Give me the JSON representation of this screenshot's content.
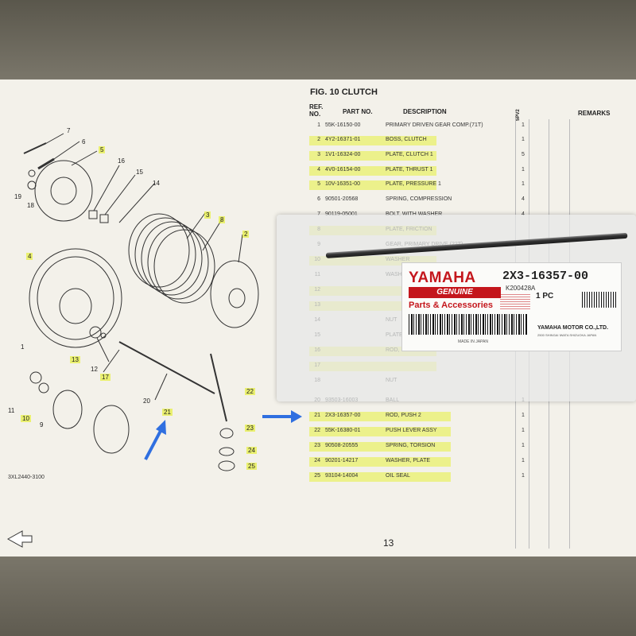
{
  "figure": {
    "title": "FIG. 10  CLUTCH",
    "page_number": "13",
    "diagram_code": "3XL2440-3100"
  },
  "table": {
    "headers": {
      "ref": "REF. NO.",
      "part": "PART NO.",
      "desc": "DESCRIPTION",
      "model": "5PV2",
      "remarks": "REMARKS"
    },
    "rows": [
      {
        "ref": "1",
        "part": "55K-16150-00",
        "desc": "PRIMARY DRIVEN GEAR COMP.(71T)",
        "qty": "1",
        "hl": false
      },
      {
        "ref": "2",
        "part": "4Y2-16371-01",
        "desc": "BOSS, CLUTCH",
        "qty": "1",
        "hl": true
      },
      {
        "ref": "3",
        "part": "1V1-16324-00",
        "desc": "PLATE, CLUTCH 1",
        "qty": "5",
        "hl": true
      },
      {
        "ref": "4",
        "part": "4V0-16154-00",
        "desc": "PLATE, THRUST 1",
        "qty": "1",
        "hl": true
      },
      {
        "ref": "5",
        "part": "10V-16351-00",
        "desc": "PLATE, PRESSURE 1",
        "qty": "1",
        "hl": true
      },
      {
        "ref": "6",
        "part": "90501-20568",
        "desc": "SPRING, COMPRESSION",
        "qty": "4",
        "hl": false
      },
      {
        "ref": "7",
        "part": "90119-05001",
        "desc": "BOLT, WITH WASHER",
        "qty": "4",
        "hl": false
      },
      {
        "ref": "8",
        "part": "",
        "desc": "PLATE, FRICTION",
        "qty": "",
        "hl": true
      },
      {
        "ref": "9",
        "part": "",
        "desc": "GEAR, PRIMARY DRIVE (22T)",
        "qty": "",
        "hl": false
      },
      {
        "ref": "10",
        "part": "",
        "desc": "WASHER",
        "qty": "",
        "hl": true
      },
      {
        "ref": "11",
        "part": "",
        "desc": "WASHER",
        "qty": "",
        "hl": false
      },
      {
        "ref": "12",
        "part": "",
        "desc": "",
        "qty": "",
        "hl": true
      },
      {
        "ref": "13",
        "part": "",
        "desc": "",
        "qty": "",
        "hl": true
      },
      {
        "ref": "14",
        "part": "",
        "desc": "NUT",
        "qty": "",
        "hl": false
      },
      {
        "ref": "15",
        "part": "",
        "desc": "PLATE",
        "qty": "",
        "hl": false
      },
      {
        "ref": "16",
        "part": "",
        "desc": "ROD, PUSH 1",
        "qty": "",
        "hl": true
      },
      {
        "ref": "17",
        "part": "",
        "desc": "",
        "qty": "",
        "hl": true
      },
      {
        "ref": "18",
        "part": "",
        "desc": "NUT",
        "qty": "",
        "hl": false
      },
      {
        "ref": "20",
        "part": "93503-16003",
        "desc": "BALL",
        "qty": "1",
        "hl": false
      },
      {
        "ref": "21",
        "part": "2X3-16357-00",
        "desc": "ROD, PUSH 2",
        "qty": "1",
        "hl": true
      },
      {
        "ref": "22",
        "part": "55K-16380-01",
        "desc": "PUSH LEVER ASSY",
        "qty": "1",
        "hl": true
      },
      {
        "ref": "23",
        "part": "90508-20555",
        "desc": "SPRING, TORSION",
        "qty": "1",
        "hl": true
      },
      {
        "ref": "24",
        "part": "90201-14217",
        "desc": "WASHER, PLATE",
        "qty": "1",
        "hl": true
      },
      {
        "ref": "25",
        "part": "93104-14004",
        "desc": "OIL SEAL",
        "qty": "1",
        "hl": true
      }
    ]
  },
  "callouts": [
    {
      "n": "7",
      "hl": false
    },
    {
      "n": "6",
      "hl": false
    },
    {
      "n": "5",
      "hl": true
    },
    {
      "n": "16",
      "hl": false
    },
    {
      "n": "15",
      "hl": false
    },
    {
      "n": "14",
      "hl": false
    },
    {
      "n": "19",
      "hl": false
    },
    {
      "n": "18",
      "hl": false
    },
    {
      "n": "3",
      "hl": true
    },
    {
      "n": "8",
      "hl": true
    },
    {
      "n": "2",
      "hl": true
    },
    {
      "n": "4",
      "hl": true
    },
    {
      "n": "1",
      "hl": false
    },
    {
      "n": "13",
      "hl": true
    },
    {
      "n": "12",
      "hl": false
    },
    {
      "n": "17",
      "hl": true
    },
    {
      "n": "20",
      "hl": false
    },
    {
      "n": "22",
      "hl": true
    },
    {
      "n": "11",
      "hl": false
    },
    {
      "n": "10",
      "hl": true
    },
    {
      "n": "9",
      "hl": false
    },
    {
      "n": "21",
      "hl": true
    },
    {
      "n": "23",
      "hl": true
    },
    {
      "n": "24",
      "hl": true
    },
    {
      "n": "25",
      "hl": true
    }
  ],
  "label": {
    "brand": "YAMAHA",
    "part_number": "2X3-16357-00",
    "lot": "K200428A",
    "genuine": "GENUINE",
    "parts_accessories": "Parts & Accessories",
    "quantity": "1 PC",
    "made_in": "MADE IN JAPAN",
    "maker": "YAMAHA MOTOR CO.,LTD.",
    "address": "2500 SHINGAI IWATA SHIZUOKA JAPAN"
  },
  "colors": {
    "yamaha_red": "#c4161c",
    "highlight": "#e6f03c",
    "arrow_blue": "#2f6fe0"
  }
}
